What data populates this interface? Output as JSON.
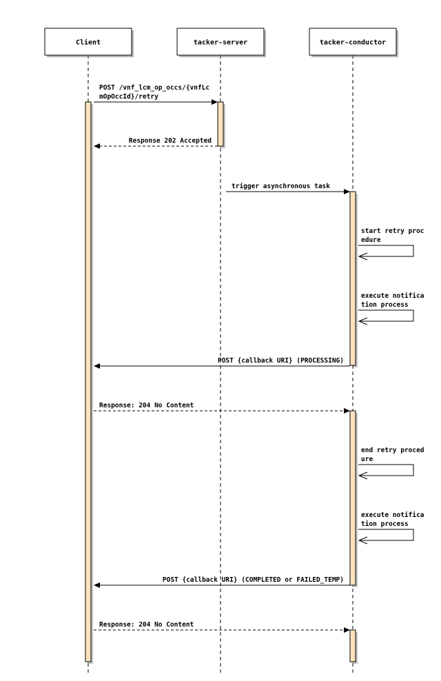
{
  "actors": [
    {
      "id": "client",
      "label": "Client"
    },
    {
      "id": "server",
      "label": "tacker-server"
    },
    {
      "id": "conductor",
      "label": "tacker-conductor"
    }
  ],
  "messages": [
    {
      "from": "client",
      "to": "server",
      "kind": "solid",
      "lines": [
        "POST /vnf_lcm_op_occs/{vnfLc",
        "mOpOccId}/retry"
      ]
    },
    {
      "from": "server",
      "to": "client",
      "kind": "dashed",
      "lines": [
        "Response 202 Accepted"
      ]
    },
    {
      "from": "server",
      "to": "conductor",
      "kind": "solid",
      "lines": [
        "trigger asynchronous task"
      ]
    },
    {
      "from": "conductor",
      "to": "conductor",
      "kind": "self",
      "lines": [
        "start retry proc",
        "edure"
      ]
    },
    {
      "from": "conductor",
      "to": "conductor",
      "kind": "self",
      "lines": [
        "execute notifica",
        "tion process"
      ]
    },
    {
      "from": "conductor",
      "to": "client",
      "kind": "solid",
      "lines": [
        "POST {callback URI} (PROCESSING)"
      ]
    },
    {
      "from": "client",
      "to": "conductor",
      "kind": "dashed",
      "lines": [
        "Response: 204 No Content"
      ]
    },
    {
      "from": "conductor",
      "to": "conductor",
      "kind": "self",
      "lines": [
        "end retry proced",
        "ure"
      ]
    },
    {
      "from": "conductor",
      "to": "conductor",
      "kind": "self",
      "lines": [
        "execute notifica",
        "tion process"
      ]
    },
    {
      "from": "conductor",
      "to": "client",
      "kind": "solid",
      "lines": [
        "POST {callback URI} (COMPLETED or FAILED_TEMP)"
      ]
    },
    {
      "from": "client",
      "to": "conductor",
      "kind": "dashed",
      "lines": [
        "Response: 204 No Content"
      ]
    }
  ]
}
